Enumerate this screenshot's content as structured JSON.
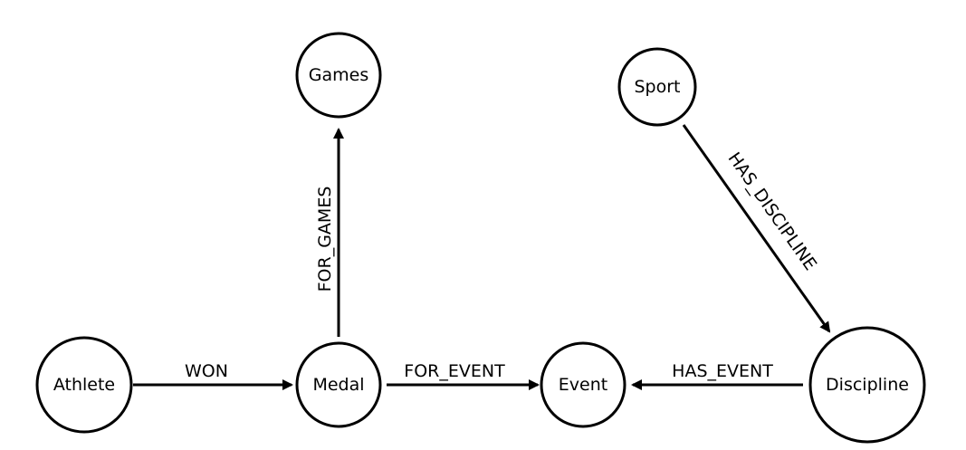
{
  "diagram": {
    "nodes": {
      "games": "Games",
      "sport": "Sport",
      "athlete": "Athlete",
      "medal": "Medal",
      "event": "Event",
      "discipline": "Discipline"
    },
    "edges": {
      "won": "WON",
      "for_games": "FOR_GAMES",
      "for_event": "FOR_EVENT",
      "has_event": "HAS_EVENT",
      "has_discipline": "HAS_DISCIPLINE"
    },
    "colors": {
      "stroke": "#000000",
      "background": "#ffffff"
    }
  }
}
